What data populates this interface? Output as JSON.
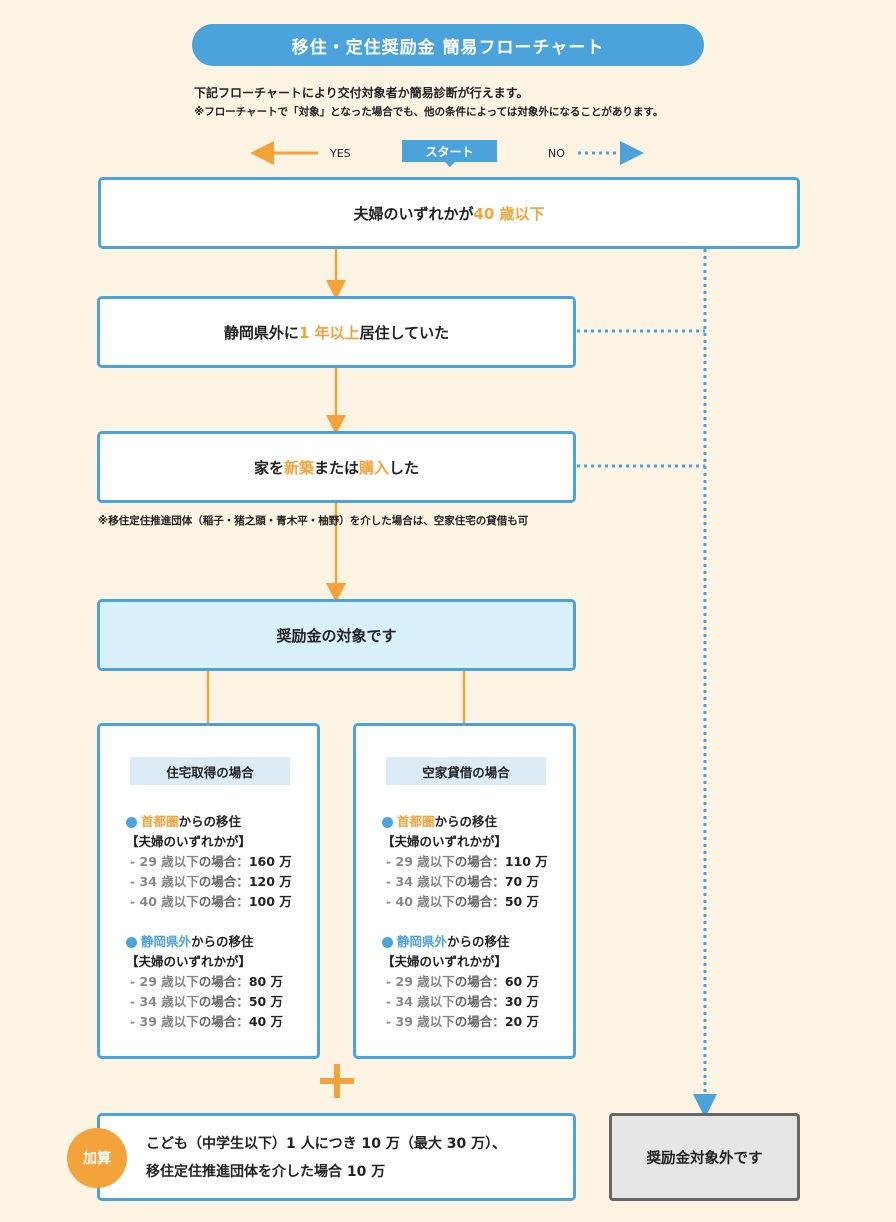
{
  "title": "移住・定住奨励金 簡易フローチャート",
  "intro": {
    "line1": "下記フローチャートにより交付対象者か簡易診断が行えます。",
    "line2": "※フローチャートで「対象」となった場合でも、他の条件によっては対象外になることがあります。"
  },
  "legend": {
    "yes": "YES",
    "start": "スタート",
    "no": "NO"
  },
  "q1": {
    "pre": "夫婦のいずれかが ",
    "hl": "40 歳以下",
    "post": ""
  },
  "q2": {
    "pre": "静岡県外に ",
    "hl": "1 年以上",
    "post": "居住していた"
  },
  "q3": {
    "pre": "家を",
    "hl1": "新築",
    "mid": "または",
    "hl2": "購入",
    "post": "した"
  },
  "note": "※移住定住推進団体（稲子・猪之頭・青木平・柚野）を介した場合は、空家住宅の貸借も可",
  "target": "奨励金の対象です",
  "cards": [
    {
      "head": "住宅取得の場合",
      "sections": [
        {
          "region": "首都圏",
          "suffix": "からの移住",
          "cond": "【夫婦のいずれかが】",
          "rows": [
            {
              "age": "- 29 歳以下",
              "case": "の場合：",
              "amount": "160 万"
            },
            {
              "age": "- 34 歳以下",
              "case": "の場合：",
              "amount": "120 万"
            },
            {
              "age": "- 40 歳以下",
              "case": "の場合：",
              "amount": "100 万"
            }
          ]
        },
        {
          "region": "静岡県外",
          "suffix": "からの移住",
          "cond": "【夫婦のいずれかが】",
          "rows": [
            {
              "age": "- 29 歳以下",
              "case": "の場合：",
              "amount": "80 万"
            },
            {
              "age": "- 34 歳以下",
              "case": "の場合：",
              "amount": "50 万"
            },
            {
              "age": "- 39 歳以下",
              "case": "の場合：",
              "amount": "40 万"
            }
          ]
        }
      ]
    },
    {
      "head": "空家貸借の場合",
      "sections": [
        {
          "region": "首都圏",
          "suffix": "からの移住",
          "cond": "【夫婦のいずれかが】",
          "rows": [
            {
              "age": "- 29 歳以下",
              "case": "の場合：",
              "amount": "110 万"
            },
            {
              "age": "- 34 歳以下",
              "case": "の場合：",
              "amount": "70 万"
            },
            {
              "age": "- 40 歳以下",
              "case": "の場合：",
              "amount": "50 万"
            }
          ]
        },
        {
          "region": "静岡県外",
          "suffix": "からの移住",
          "cond": "【夫婦のいずれかが】",
          "rows": [
            {
              "age": "- 29 歳以下",
              "case": "の場合：",
              "amount": "60 万"
            },
            {
              "age": "- 34 歳以下",
              "case": "の場合：",
              "amount": "30 万"
            },
            {
              "age": "- 39 歳以下",
              "case": "の場合：",
              "amount": "20 万"
            }
          ]
        }
      ]
    }
  ],
  "kasan": {
    "label": "加算",
    "line1": "こども（中学生以下）1 人につき 10 万（最大 30 万）、",
    "line2": "移住定住推進団体を介した場合 10 万"
  },
  "excluded": "奨励金対象外です",
  "colors": {
    "blue": "#4aa3db",
    "orange": "#f4a23a",
    "background": "#fdf4e3"
  }
}
